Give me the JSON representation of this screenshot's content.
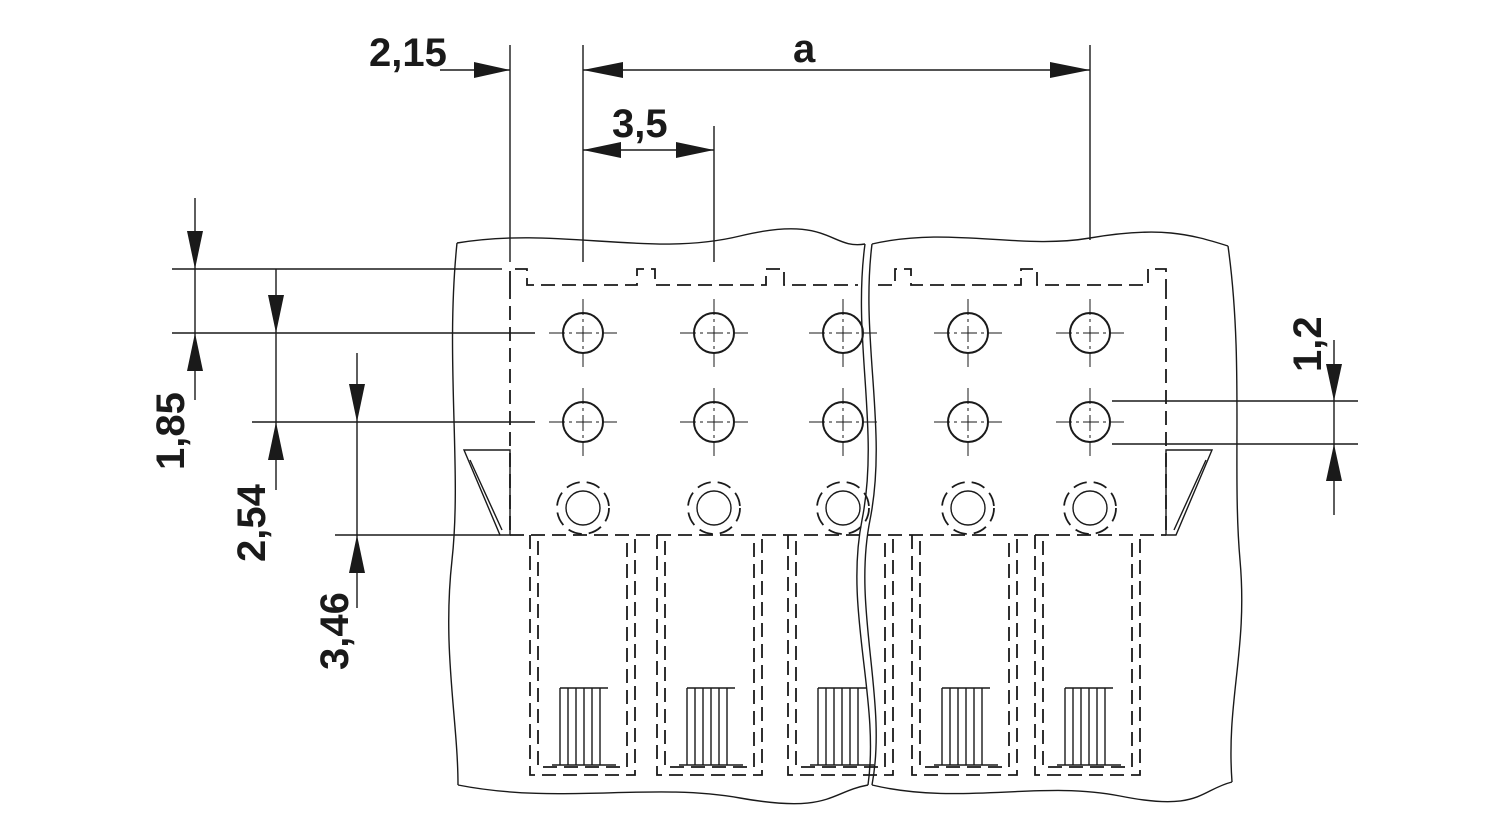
{
  "dimensions": {
    "offset_left": "2,15",
    "pitch": "3,5",
    "overall": "a",
    "row_top": "1,85",
    "row_pitch": "2,54",
    "row_bottom": "3,46",
    "hole_diameter": "1,2"
  },
  "colors": {
    "line": "#1a1a1a",
    "background": "#ffffff"
  }
}
